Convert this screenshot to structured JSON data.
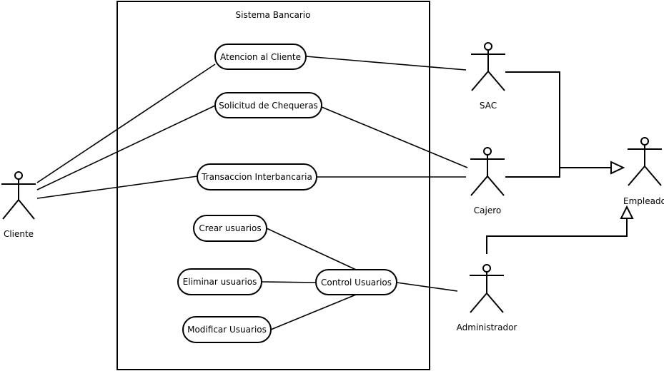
{
  "system": {
    "title": "Sistema Bancario"
  },
  "use_cases": {
    "atencion": "Atencion al Cliente",
    "chequeras": "Solicitud de Chequeras",
    "transaccion": "Transaccion Interbancaria",
    "crear": "Crear usuarios",
    "eliminar": "Eliminar usuarios",
    "modificar": "Modificar Usuarios",
    "control": "Control Usuarios"
  },
  "actors": {
    "cliente": "Cliente",
    "sac": "SAC",
    "cajero": "Cajero",
    "empleado": "Empleado",
    "administrador": "Administrador"
  }
}
